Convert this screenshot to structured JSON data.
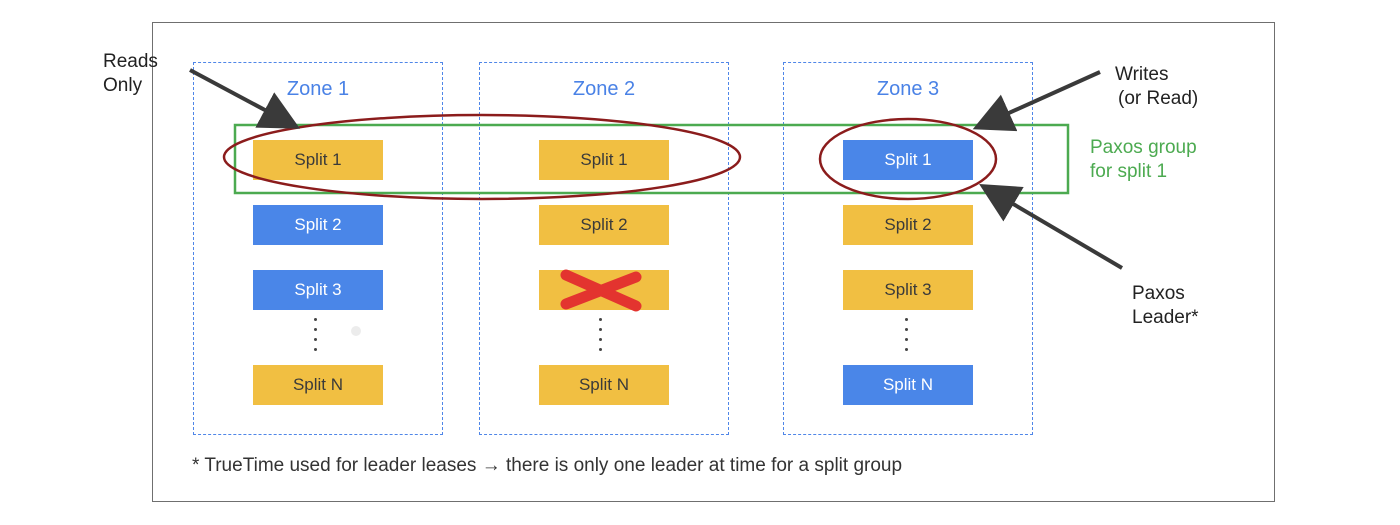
{
  "zones": [
    {
      "title": "Zone 1",
      "splits": [
        {
          "label": "Split 1",
          "color": "yellow"
        },
        {
          "label": "Split 2",
          "color": "blue"
        },
        {
          "label": "Split 3",
          "color": "blue"
        },
        {
          "label": "Split N",
          "color": "yellow"
        }
      ]
    },
    {
      "title": "Zone 2",
      "splits": [
        {
          "label": "Split 1",
          "color": "yellow"
        },
        {
          "label": "Split 2",
          "color": "yellow"
        },
        {
          "label": "",
          "color": "yellow",
          "failed": true
        },
        {
          "label": "Split N",
          "color": "yellow"
        }
      ]
    },
    {
      "title": "Zone 3",
      "splits": [
        {
          "label": "Split 1",
          "color": "blue"
        },
        {
          "label": "Split 2",
          "color": "yellow"
        },
        {
          "label": "Split 3",
          "color": "yellow"
        },
        {
          "label": "Split N",
          "color": "blue"
        }
      ]
    }
  ],
  "annotations": {
    "reads_only": [
      "Reads",
      "Only"
    ],
    "writes": [
      "Writes",
      "(or Read)"
    ],
    "paxos_group": [
      "Paxos group",
      "for split 1"
    ],
    "paxos_leader": [
      "Paxos",
      "Leader*"
    ]
  },
  "footnote": "* TrueTime used for leader leases → there is only one leader at time for a split group",
  "colors": {
    "yellow": "#f1bf42",
    "blue": "#4a86e8",
    "green": "#4caa50",
    "red": "#e3342f",
    "ellipse": "#8b1c1c"
  }
}
